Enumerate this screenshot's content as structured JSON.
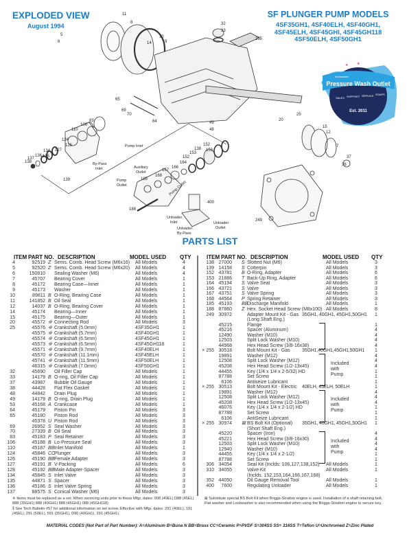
{
  "header": {
    "title": "EXPLODED VIEW",
    "date": "August 1994",
    "models_title": "SF PLUNGER PUMP MODELS",
    "models_lines": [
      "4SF35GH1, 4SF40ELH, 4SF40GH1,",
      "4SF45ELH, 4SF45GHI, 4SF45GH118",
      "4SF50ELH, 4SF50GH1"
    ]
  },
  "logo": {
    "small_text": "Northeastern",
    "name": "Pressure Wash Outlet",
    "suffix": ".com",
    "tagline": [
      "SALES",
      "SUPPORT",
      "SERVICE",
      "SOAPS"
    ],
    "est": "Est. 2011",
    "colors": {
      "navy": "#1d2b5e",
      "splash": "#2aa3e0"
    }
  },
  "diagram": {
    "callouts": [
      "11",
      "8",
      "5",
      "6",
      "10",
      "9",
      "14",
      "32",
      "33",
      "255",
      "65",
      "69",
      "70",
      "83",
      "106",
      "110",
      "64",
      "124",
      "125",
      "127",
      "134",
      "135",
      "136",
      "137",
      "138",
      "139",
      "49",
      "48",
      "25",
      "20",
      "15",
      "12",
      "7",
      "37",
      "36",
      "153",
      "152",
      "138",
      "153",
      "152",
      "164",
      "166",
      "167",
      "168",
      "185",
      "188",
      "400",
      "249"
    ],
    "labels": {
      "pump_inlet": "Pump Inlet",
      "bypass_inlet": [
        "By-Pass",
        "Inlet"
      ],
      "aux_outlet": [
        "Auxiliary",
        "Outlet"
      ],
      "pump_outlet": [
        "Pump",
        "Outlet"
      ],
      "pump_outlet_2": "Pump Outlet",
      "unloader_inlet": [
        "Unloader",
        "Inlet"
      ],
      "unloader_bypass": [
        "Unloader",
        "By-Pass"
      ],
      "unloader_outlet": [
        "Unloader",
        "Outlet"
      ]
    }
  },
  "parts_list": {
    "title": "PARTS LIST",
    "columns": [
      "ITEM",
      "PART NO.",
      "DESCRIPTION",
      "MODEL USED",
      "QTY"
    ],
    "left_rows": [
      [
        "4",
        "92519",
        "Z",
        "Sems. Comb. Head Screw (M6x16)",
        "All Models",
        "4"
      ],
      [
        "5",
        "92520",
        "Z",
        "Sems. Comb. Head Screw (M6x20)",
        "All Models",
        "4"
      ],
      [
        "6",
        "150810",
        "",
        "Sealing Washer (M6)",
        "All Models",
        "4"
      ],
      [
        "7",
        "45707",
        "",
        "Bearing Cover",
        "All Models",
        "1"
      ],
      [
        "8",
        "45172",
        "",
        "Bearing Case—Inner",
        "All Models",
        "1"
      ],
      [
        "9",
        "45173",
        "",
        "Washer",
        "All Models",
        "1"
      ],
      [
        "10",
        "89811",
        "B",
        "O-Ring, Bearing Case",
        "All Models",
        "1"
      ],
      [
        "11",
        "141852",
        "B",
        "Oil Seal",
        "All Models",
        "1"
      ],
      [
        "12",
        "14037",
        "B",
        "O-Ring, Bearing Cover",
        "All Models",
        "1"
      ],
      [
        "14",
        "45174",
        "",
        "Bearing—Inner",
        "All Models",
        "1"
      ],
      [
        "15",
        "45175",
        "",
        "Bearing—Outer",
        "All Models",
        "1"
      ],
      [
        "20",
        "45572",
        "※",
        "Connecting Rod",
        "All Models",
        "3"
      ],
      [
        "25",
        "45576",
        "※",
        "Crankshaft (5.0mm)",
        "4SF35GH1",
        "1"
      ],
      [
        "",
        "45575",
        "※",
        "Crankshaft (5.7mm)",
        "4SF40GH1",
        "1"
      ],
      [
        "",
        "45574",
        "※",
        "Crankshaft (6.5mm)",
        "4SF45GH1",
        "1"
      ],
      [
        "",
        "45573",
        "※",
        "Crankshaft (6.5mm)",
        "4SF45GH118",
        "1"
      ],
      [
        "",
        "45571",
        "※",
        "Crankshaft (9.7mm)",
        "4SF40ELH",
        "1"
      ],
      [
        "",
        "45570",
        "※",
        "Crankshaft (11.1mm)",
        "4SF45ELH",
        "1"
      ],
      [
        "",
        "45741",
        "※",
        "Crankshaft (11.5mm)",
        "4SF50ELH",
        "1"
      ],
      [
        "",
        "46315",
        "※",
        "Crankshaft (7.0mm)",
        "4SF50GH1",
        "1"
      ],
      [
        "32",
        "45690",
        "",
        "Oil Filler Cap",
        "All Models",
        "1"
      ],
      [
        "33",
        "14179",
        "B",
        "O-ring, Oil Filler Cap",
        "All Models",
        "1"
      ],
      [
        "37",
        "43987",
        "",
        "Bubble Oil Gauge",
        "All Models",
        "1"
      ],
      [
        "38",
        "44428",
        "",
        "Flat Flex Gasket",
        "All Models",
        "1"
      ],
      [
        "48",
        "44842",
        "",
        "Drain Plug",
        "All Models",
        "1"
      ],
      [
        "49",
        "14179",
        "B",
        "O-ring, Drain Plug",
        "All Models",
        "1"
      ],
      [
        "53",
        "45168",
        "A",
        "Crankcase",
        "All Models",
        "1"
      ],
      [
        "64",
        "45179",
        "",
        "Piston Pin",
        "All Models",
        "3"
      ],
      [
        "65",
        "45180",
        "",
        "Piston Rod",
        "All Models",
        "3"
      ],
      [
        "",
        "45378",
        "U",
        "Piston Rod",
        "All Models",
        "3"
      ],
      [
        "69",
        "26952",
        "S",
        "Seal Washer",
        "All Models",
        "3"
      ],
      [
        "70",
        "27339",
        "B",
        "Oil Seal",
        "All Models",
        "3"
      ],
      [
        "83",
        "45183",
        "P",
        "Seal Retainer",
        "All Models",
        "3"
      ],
      [
        "106",
        "45188",
        "B",
        "Lo-Pressure Seal",
        "All Models",
        "3"
      ],
      [
        "110",
        "45187",
        "BB",
        "Inlet Manifold",
        "All Models",
        "1"
      ],
      [
        "124",
        "45846",
        "CC",
        "Plunger",
        "All Models",
        "3"
      ],
      [
        "126",
        "45190",
        "BB",
        "Female Adapter",
        "All Models",
        "3"
      ],
      [
        "127",
        "45191",
        "B",
        "V-Packing",
        "All Models",
        "6"
      ],
      [
        "128",
        "45192",
        "BB",
        "Male Adapter-Spacer",
        "All Models",
        "3"
      ],
      [
        "134",
        "45845",
        "S",
        "Inlet Valve",
        "All Models",
        "3"
      ],
      [
        "135",
        "44871",
        "S",
        "Spacer",
        "All Models",
        "3"
      ],
      [
        "136",
        "45186",
        "S",
        "Inlet Valve Spring",
        "All Models",
        "3"
      ],
      [
        "137",
        "88575",
        "S",
        "Conical Washer (M6)",
        "All Models",
        "3"
      ]
    ],
    "right_rows": [
      [
        "138",
        "27000",
        "S",
        "Slotted Nut (M6)",
        "All Models",
        "3"
      ],
      [
        "139",
        "14158",
        "S",
        "Cotterpin",
        "All Models",
        "3"
      ],
      [
        "152",
        "43781",
        "B",
        "O-Ring, Adapter",
        "All Models",
        "6"
      ],
      [
        "153",
        "21886",
        "T",
        "Back-Up Ring, Adapter",
        "All Models",
        "6"
      ],
      [
        "164",
        "45194",
        "S",
        "Valve Seat",
        "All Models",
        "3"
      ],
      [
        "166",
        "43721",
        "S",
        "Valve",
        "All Models",
        "3"
      ],
      [
        "167",
        "43751",
        "S",
        "Valve Spring",
        "All Models",
        "3"
      ],
      [
        "168",
        "44564",
        "P",
        "Spring Retainer",
        "All Models",
        "3"
      ],
      [
        "185",
        "45193",
        "BB",
        "Discharge Manifold",
        "All Models",
        "1"
      ],
      [
        "188",
        "87860",
        "Z",
        "Hex. Socket Head Screw (M8x100)",
        "All Models",
        "8"
      ],
      [
        "249",
        "30972",
        "",
        "Adapter Mount Kit - Gas",
        "35GH1, 40GH1, 45GH1,50GH1",
        "1"
      ],
      [
        "",
        "",
        "",
        "(Long Shaft Eng.)",
        "",
        ""
      ],
      [
        "",
        "45215",
        "",
        "Flange",
        "",
        "1"
      ],
      [
        "",
        "45216",
        "",
        "Spacer (Aluminum)",
        "",
        "4"
      ],
      [
        "",
        "12490",
        "",
        "Washer (M10)",
        "",
        "4"
      ],
      [
        "",
        "12503",
        "",
        "Split Lock Washer (M10)",
        "",
        "4"
      ],
      [
        "",
        "44968",
        "",
        "Hex Head Screw (3/8-16x38)",
        "",
        "4"
      ],
      [
        "× 255",
        "30518",
        "",
        "Bolt Mount Kit - Gas",
        "35GH1,40GH1,45GH1,50GH1",
        "1"
      ],
      [
        "",
        "19891",
        "",
        "Washer (M12)",
        "",
        "4"
      ],
      [
        "",
        "12508",
        "",
        "Split Lock Washer (M12)",
        "",
        "4"
      ],
      [
        "",
        "45208",
        "",
        "Hex Head Screw (1/2-13x45)",
        "",
        "4"
      ],
      [
        "",
        "44455",
        "",
        "Key (1/4 x 1/4 x 2-5/32) HD",
        "",
        "1"
      ],
      [
        "",
        "87788",
        "",
        "Set Screw",
        "",
        "1"
      ],
      [
        "",
        "6106",
        "",
        "Antiseize Lubricant",
        "",
        "1"
      ],
      [
        "× 255",
        "30513",
        "",
        "Bolt Mount Kit - Electric",
        "40ELH, 45ELH, 50ELH",
        "1"
      ],
      [
        "",
        "19891",
        "",
        "Washer (M12)",
        "",
        "4"
      ],
      [
        "",
        "12508",
        "",
        "Split Lock Washer (M12)",
        "",
        "4"
      ],
      [
        "",
        "45208",
        "",
        "Hex Head Screw (1/2-13x45)",
        "",
        "4"
      ],
      [
        "",
        "46076",
        "",
        "Key (1/4 x 1/4 x 2-1/2) HD",
        "",
        "1"
      ],
      [
        "",
        "87788",
        "",
        "Set Screw",
        "",
        "1"
      ],
      [
        "",
        "6106",
        "",
        "AntiSeize Lubricant",
        "",
        "1"
      ],
      [
        "× 255",
        "30974",
        "⊠",
        "BS Bolt Kit (Optional)",
        "35GH1, 40GH1, 45GH1,50GH1",
        "1"
      ],
      [
        "",
        "",
        "",
        "(Short Shaft Eng.)",
        "",
        ""
      ],
      [
        "",
        "45220",
        "",
        "Spacer (Iron)",
        "",
        "4"
      ],
      [
        "",
        "45221",
        "",
        "Hex Head Screw (3/8-16x30)",
        "",
        "4"
      ],
      [
        "",
        "12503",
        "",
        "Split Lock Washer (M10)",
        "",
        "4"
      ],
      [
        "",
        "12940",
        "",
        "Washer (M10)",
        "",
        "4"
      ],
      [
        "",
        "44455",
        "",
        "Key (1/4 x 1/4 x 2-1/2)",
        "",
        "1"
      ],
      [
        "",
        "87788",
        "",
        "Set Screw",
        "",
        "1"
      ],
      [
        "306",
        "34054",
        "",
        "Seal Kit (Inclds: 106,127,138,152)",
        "All Models",
        "1"
      ],
      [
        "310",
        "34055",
        "",
        "Valve Kit",
        "All Models",
        "1"
      ],
      [
        "",
        "",
        "",
        "(Inclds. 152,153,164,166,167,168)",
        "",
        ""
      ],
      [
        "352",
        "44050",
        "",
        "Oil Gauge Removal Tool",
        "All Models",
        "1"
      ],
      [
        "400",
        "7600",
        "",
        "Regulating Unloader",
        "All Models",
        "1"
      ]
    ],
    "bracket_groups": [
      {
        "first_row": 12,
        "last_row": 16,
        "label": ""
      },
      {
        "first_row": 18,
        "last_row": 23,
        "label": "Included with Pump"
      },
      {
        "first_row": 25,
        "last_row": 30,
        "label": "Included with Pump"
      },
      {
        "first_row": 33,
        "last_row": 38,
        "label": "Included with Pump"
      }
    ],
    "notes_left": [
      "※ Items must be replaced as a set. When servicing units prior to these Mfgr. dates: 008 (40EL) D88 (45EL) 888 (35GH1) 888 (40GH1) 888 (45GH1) 088 (45GH118)",
      "⁑ See Tech Bulletin #57 for additional information on set screw. Effective with Mfgr. dates: 291 (40EL), 191 (45EL), 291 (50EL), 591 (35GH1), D90 (40GH1), 291 (45GH1)."
    ],
    "notes_right": [
      "⊠  Substitute special BS Bolt Kit when Briggs-Stratton engine is used. Installation of a shaft retaining bolt, Flat washer and Lockwasher is also recommended when using the Briggs-Stratton engine to secure key."
    ],
    "material_codes": "MATERIAL CODES (Not Part of Part Number):  A=Aluminum  B=Buna N  BB=Brass  CC=Ceramic  P=PVDF  S=304SS  SS= 316SS  T=Teflon  U=Unchromed  Z=Zinc Plated"
  }
}
